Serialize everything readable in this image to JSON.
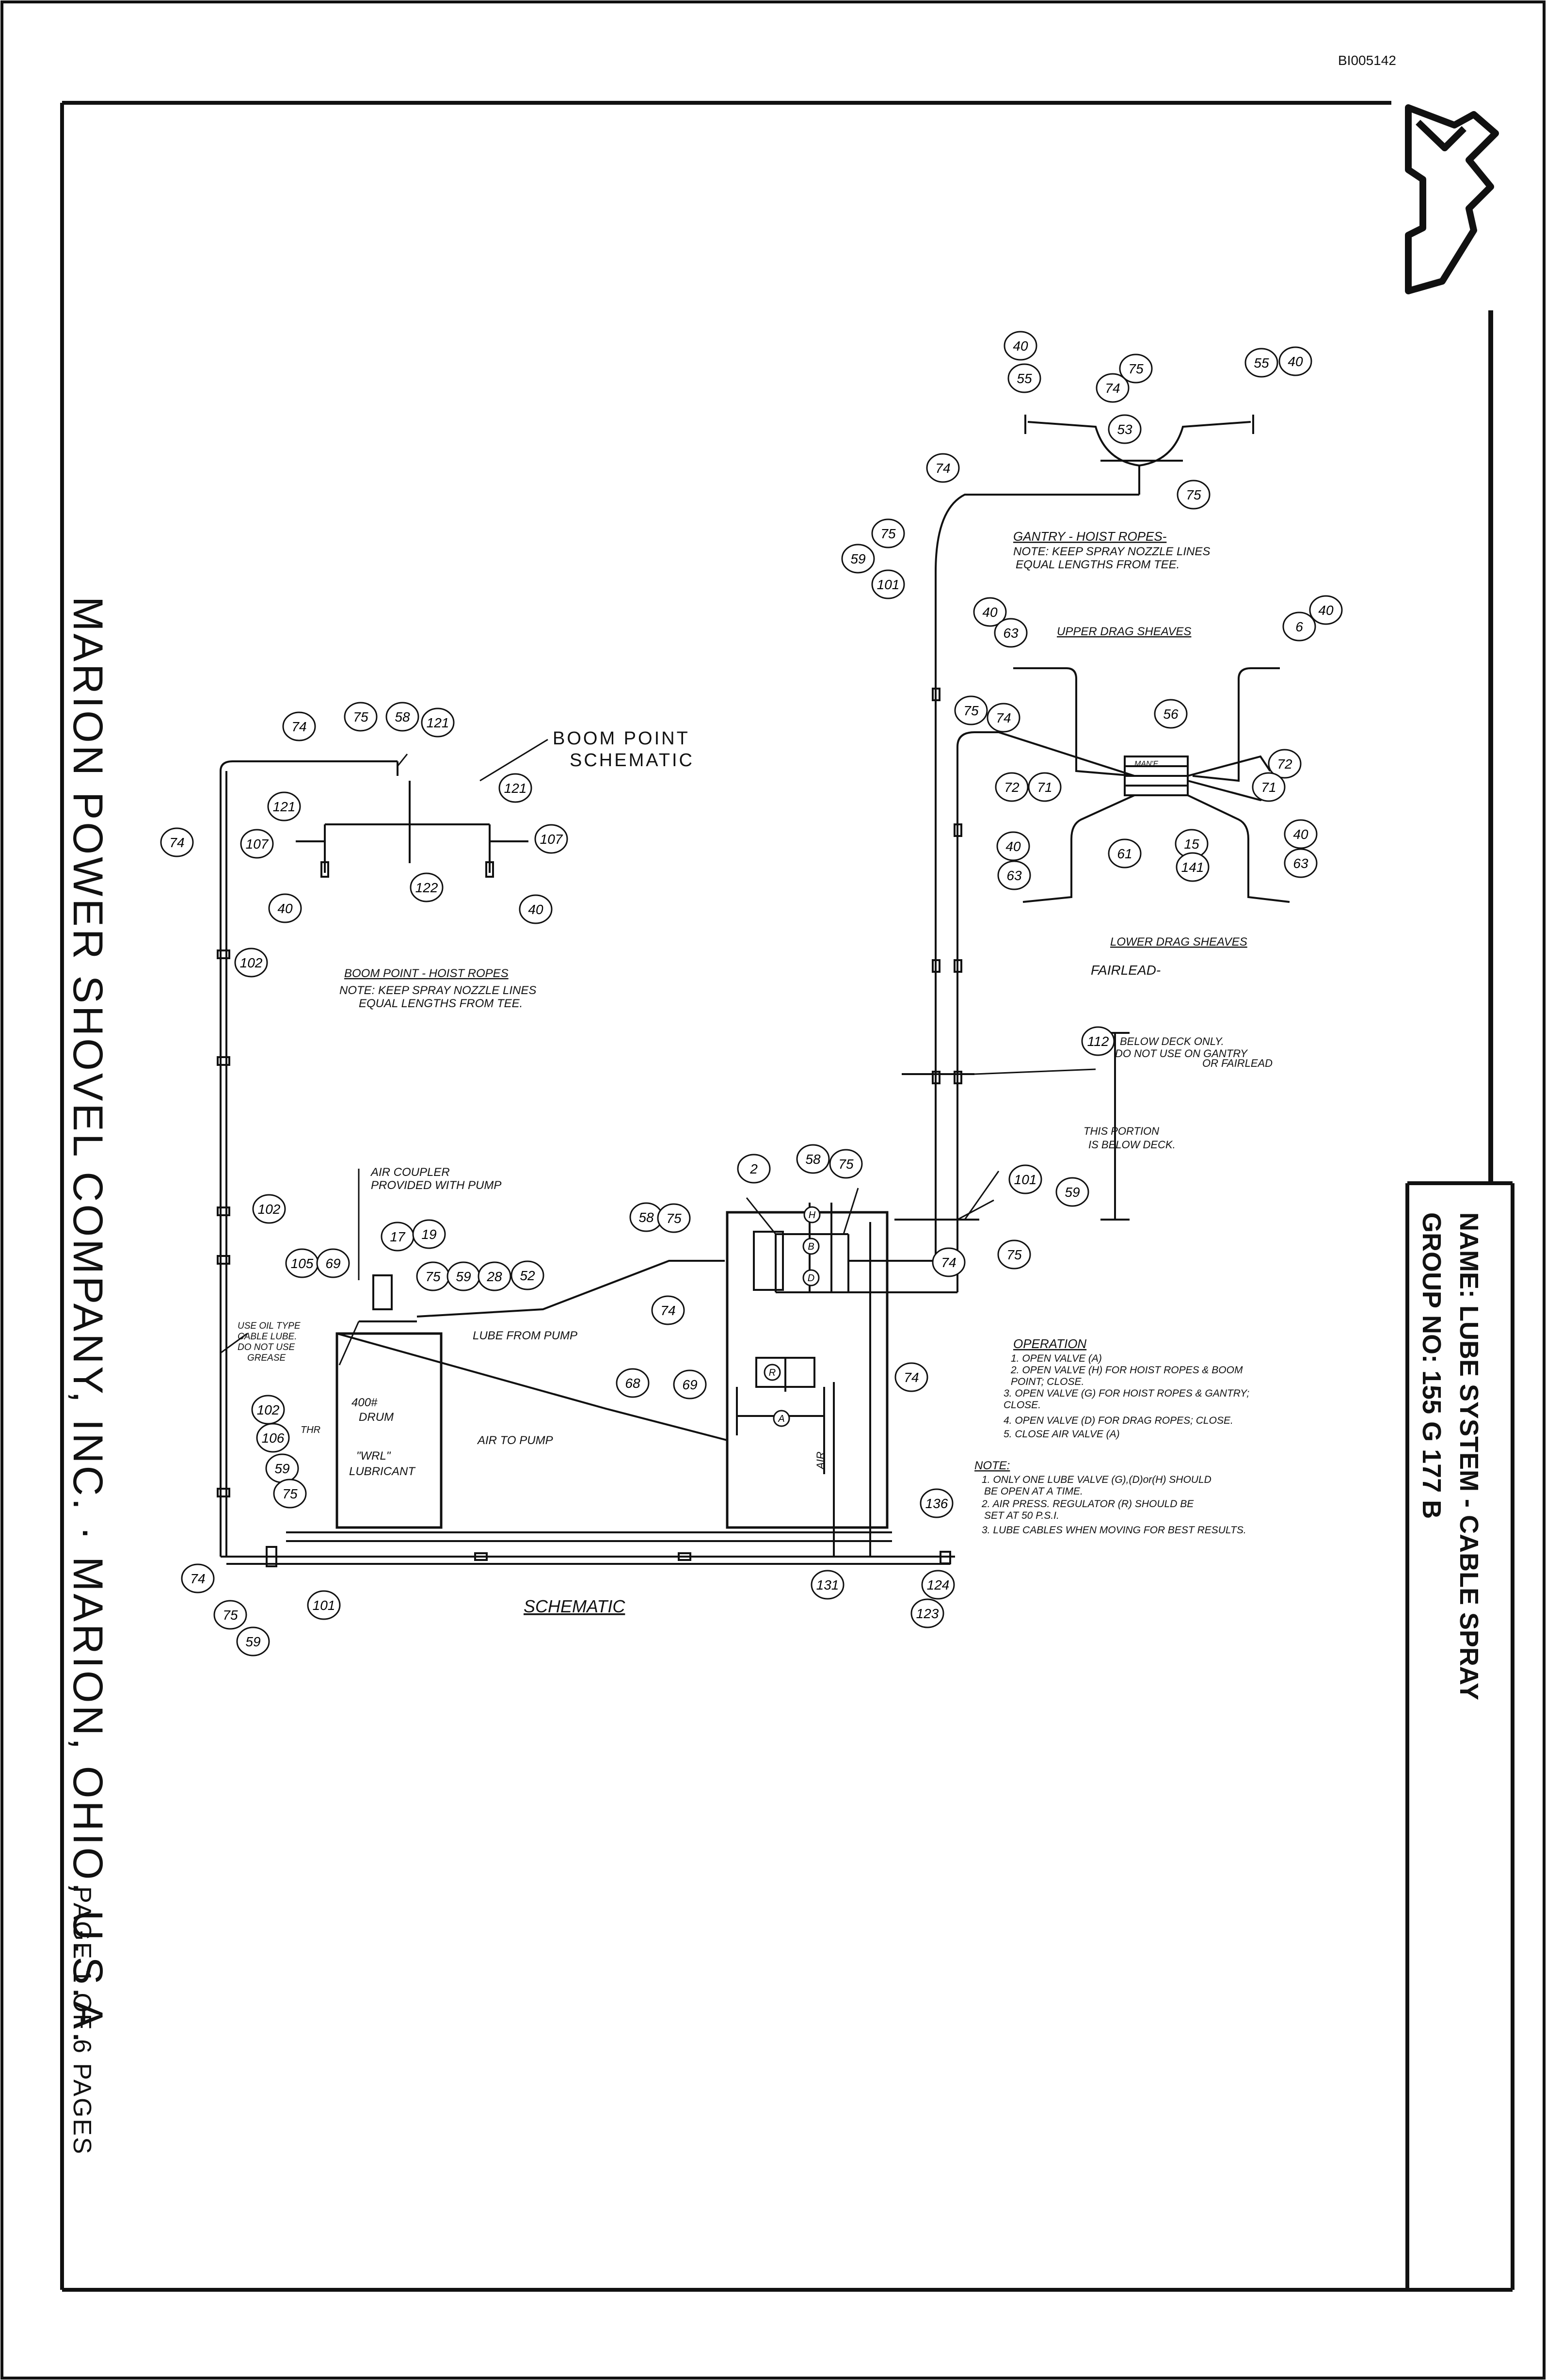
{
  "doc_id": "BI005142",
  "company": "MARION POWER SHOVEL COMPANY, INC. · MARION, OHIO, U.S.A.",
  "page": "PAGE  1  OF  6  PAGES",
  "title": {
    "name": "NAME: LUBE SYSTEM - CABLE SPRAY",
    "group": "GROUP NO: 155 G 177 B"
  },
  "logo": "M",
  "labels": {
    "boom_point_schematic_1": "BOOM POINT",
    "boom_point_schematic_2": "SCHEMATIC",
    "schematic": "SCHEMATIC",
    "gantry_title": "GANTRY - HOIST ROPES-",
    "gantry_note_1": "NOTE: KEEP SPRAY NOZZLE LINES",
    "gantry_note_2": "EQUAL LENGTHS FROM TEE.",
    "upper_drag": "UPPER DRAG SHEAVES",
    "lower_drag": "LOWER DRAG SHEAVES",
    "fairlead": "FAIRLEAD-",
    "boom_point_title": "BOOM POINT - HOIST ROPES",
    "boom_note_1": "NOTE: KEEP SPRAY NOZZLE LINES",
    "boom_note_2": "EQUAL LENGTHS FROM TEE.",
    "below_deck_1": "BELOW DECK ONLY.",
    "below_deck_2": "DO NOT USE ON GANTRY",
    "below_deck_3": "OR FAIRLEAD",
    "this_portion_1": "THIS PORTION",
    "this_portion_2": "IS BELOW DECK.",
    "air_coupler_1": "AIR COUPLER",
    "air_coupler_2": "PROVIDED WITH PUMP",
    "lube_from_pump": "LUBE FROM PUMP",
    "air_to_pump": "AIR TO PUMP",
    "use_oil_1": "USE OIL TYPE",
    "use_oil_2": "CABLE LUBE.",
    "use_oil_3": "DO NOT USE",
    "use_oil_4": "GREASE",
    "drum_1": "400#",
    "drum_2": "DRUM",
    "drum_3": "\"WRL\"",
    "drum_4": "LUBRICANT",
    "air": "AIR",
    "thr": "THR",
    "manifold": "MAN'F"
  },
  "operation": {
    "title": "OPERATION",
    "steps": [
      "1. OPEN VALVE (A)",
      "2. OPEN VALVE (H) FOR HOIST ROPES & BOOM",
      "   POINT; CLOSE.",
      "3. OPEN VALVE (G) FOR HOIST ROPES & GANTRY;",
      "   CLOSE.",
      "4. OPEN VALVE (D) FOR DRAG ROPES; CLOSE.",
      "5. CLOSE AIR VALVE (A)"
    ]
  },
  "note": {
    "title": "NOTE:",
    "items": [
      "1. ONLY ONE LUBE VALVE (G),(D)or(H) SHOULD",
      "   BE OPEN AT A TIME.",
      "2. AIR PRESS. REGULATOR (R) SHOULD BE",
      "   SET AT 50 P.S.I.",
      "3. LUBE CABLES WHEN MOVING FOR BEST RESULTS."
    ]
  },
  "callouts": {
    "c74a": "74",
    "c75a": "75",
    "c58a": "58",
    "c121a": "121",
    "c121b": "121",
    "c121c": "121",
    "c107a": "107",
    "c107b": "107",
    "c122": "122",
    "c40a": "40",
    "c40b": "40",
    "c74b": "74",
    "c102a": "102",
    "c102b": "102",
    "c102c": "102",
    "c105": "105",
    "c69a": "69",
    "c17": "17",
    "c19": "19",
    "c75b": "75",
    "c59a": "59",
    "c28": "28",
    "c52": "52",
    "c106": "106",
    "c59b": "59",
    "c75c": "75",
    "c74c": "74",
    "c75d": "75",
    "c59c": "59",
    "c101a": "101",
    "c2": "2",
    "c58b": "58",
    "c75e": "75",
    "c58c": "58",
    "c75f": "75",
    "c74d": "74",
    "c68": "68",
    "c69b": "69",
    "c74e": "74",
    "c136": "136",
    "c131": "131",
    "c124": "124",
    "c123": "123",
    "c101b": "101",
    "c59d": "59",
    "c75g": "75",
    "c74f": "74",
    "c112": "112",
    "c40c": "40",
    "c55a": "55",
    "c75h": "75",
    "c74g": "74",
    "c53": "53",
    "c55b": "55",
    "c40d": "40",
    "c75i": "75",
    "c74h": "74",
    "c75j": "75",
    "c59e": "59",
    "c101c": "101",
    "c40e": "40",
    "c63a": "63",
    "c6": "6",
    "c40f": "40",
    "c75k": "75",
    "c74i": "74",
    "c56": "56",
    "c72a": "72",
    "c71a": "71",
    "c72b": "72",
    "c71b": "71",
    "c40g": "40",
    "c63b": "63",
    "c61": "61",
    "c15": "15",
    "c141": "141",
    "c40h": "40",
    "c63c": "63",
    "vA": "A",
    "vB": "B",
    "vD": "D",
    "vH": "H",
    "vR": "R"
  }
}
